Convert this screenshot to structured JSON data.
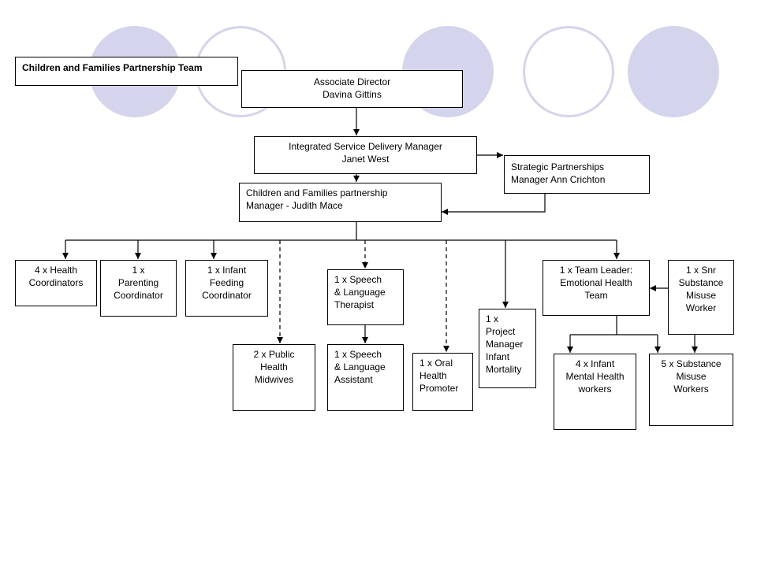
{
  "colors": {
    "circle": "#d4d4ec",
    "line": "#000000",
    "box_border": "#000000"
  },
  "title": "Children and Families Partnership Team",
  "nodes": {
    "associate_director": "Associate Director\nDavina Gittins",
    "integrated_manager": "Integrated Service Delivery Manager\nJanet West",
    "strategic_manager": "Strategic Partnerships\nManager Ann Crichton",
    "partnership_manager": "Children and Families partnership\nManager - Judith Mace",
    "health_coordinators": "4 x Health\nCoordinators",
    "parenting_coordinator": "1 x\nParenting\nCoordinator",
    "infant_feeding": "1 x Infant\nFeeding\nCoordinator",
    "speech_therapist": "1 x Speech\n& Language\nTherapist",
    "project_manager": "1 x\nProject\nManager\nInfant\nMortality",
    "team_leader": "1 x Team  Leader:\nEmotional Health\nTeam",
    "snr_substance": "1 x Snr\nSubstance\nMisuse\nWorker",
    "public_health_midwives": "2 x Public\nHealth\nMidwives",
    "speech_assistant": "1 x Speech\n& Language\nAssistant",
    "oral_health": "1 x Oral\nHealth\nPromoter",
    "infant_mental_health": "4 x Infant\nMental Health\nworkers",
    "substance_workers": "5 x Substance\nMisuse\nWorkers"
  },
  "edges": [
    {
      "from": "associate_director",
      "to": "integrated_manager",
      "style": "solid"
    },
    {
      "from": "integrated_manager",
      "to": "strategic_manager",
      "style": "solid"
    },
    {
      "from": "integrated_manager",
      "to": "partnership_manager",
      "style": "solid"
    },
    {
      "from": "strategic_manager",
      "to": "partnership_manager",
      "style": "solid"
    },
    {
      "from": "partnership_manager",
      "to": "health_coordinators",
      "style": "solid"
    },
    {
      "from": "partnership_manager",
      "to": "parenting_coordinator",
      "style": "solid"
    },
    {
      "from": "partnership_manager",
      "to": "infant_feeding",
      "style": "solid"
    },
    {
      "from": "partnership_manager",
      "to": "public_health_midwives",
      "style": "dashed"
    },
    {
      "from": "partnership_manager",
      "to": "speech_therapist",
      "style": "dashed"
    },
    {
      "from": "partnership_manager",
      "to": "oral_health",
      "style": "dashed"
    },
    {
      "from": "partnership_manager",
      "to": "project_manager",
      "style": "solid"
    },
    {
      "from": "partnership_manager",
      "to": "team_leader",
      "style": "solid"
    },
    {
      "from": "speech_therapist",
      "to": "speech_assistant",
      "style": "solid"
    },
    {
      "from": "snr_substance",
      "to": "team_leader",
      "style": "solid"
    },
    {
      "from": "team_leader",
      "to": "infant_mental_health",
      "style": "solid"
    },
    {
      "from": "team_leader",
      "to": "substance_workers",
      "style": "solid"
    },
    {
      "from": "snr_substance",
      "to": "substance_workers",
      "style": "solid"
    }
  ]
}
